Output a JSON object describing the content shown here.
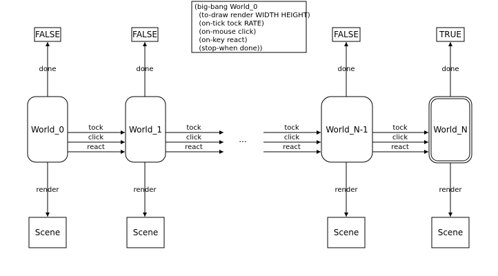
{
  "code_box": {
    "lines": [
      "(big-bang World_0",
      "  (to-draw render WIDTH HEIGHT)",
      "  (on-tick tock RATE)",
      "  (on-mouse click)",
      "  (on-key react)",
      "  (stop-when done))"
    ]
  },
  "worlds": [
    {
      "label": "World_0",
      "done_value": "FALSE",
      "done_label": "done",
      "render_label": "render",
      "scene_label": "Scene"
    },
    {
      "label": "World_1",
      "done_value": "FALSE",
      "done_label": "done",
      "render_label": "render",
      "scene_label": "Scene"
    },
    {
      "label": "World_N-1",
      "done_value": "FALSE",
      "done_label": "done",
      "render_label": "render",
      "scene_label": "Scene"
    },
    {
      "label": "World_N",
      "done_value": "TRUE",
      "done_label": "done",
      "render_label": "render",
      "scene_label": "Scene",
      "final": true
    }
  ],
  "transitions": [
    {
      "labels": [
        "tock",
        "click",
        "react"
      ]
    },
    {
      "labels": [
        "tock",
        "click",
        "react"
      ]
    },
    {
      "labels": [
        "tock",
        "click",
        "react"
      ]
    },
    {
      "labels": [
        "tock",
        "click",
        "react"
      ]
    }
  ],
  "ellipsis": "..."
}
